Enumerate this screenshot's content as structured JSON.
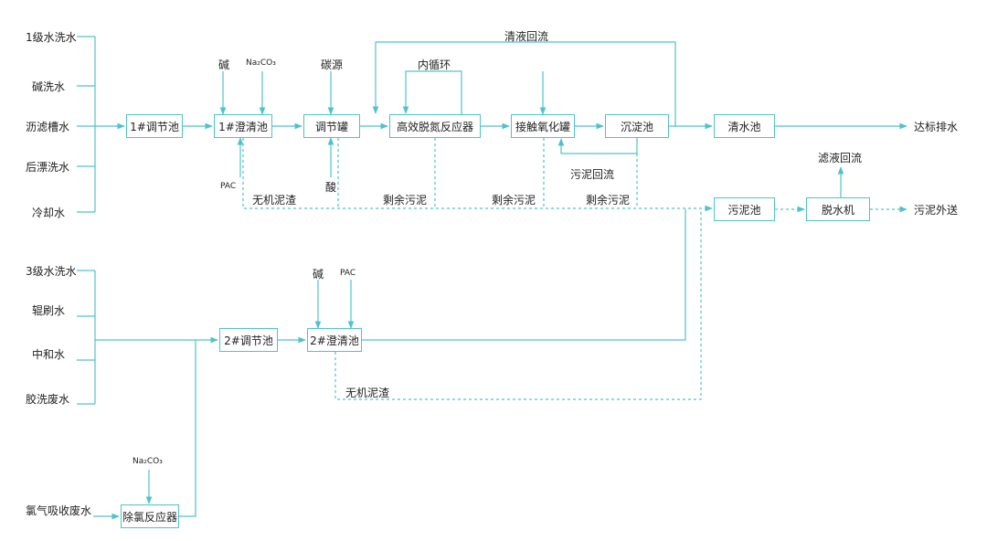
{
  "sources_top": [
    "1级水洗水",
    "碱洗水",
    "沥滤槽水",
    "后漂洗水",
    "冷却水"
  ],
  "sources_mid": [
    "3级水洗水",
    "辊刷水",
    "中和水",
    "胶洗废水"
  ],
  "source_bottom": "氯气吸收废水",
  "boxes": {
    "tank1": "1#调节池",
    "clarifier1": "1#澄清池",
    "adjust_tank": "调节罐",
    "denitrification": "高效脱氮反应器",
    "oxidation": "接触氧化罐",
    "sedimentation": "沉淀池",
    "clear_pool": "清水池",
    "sludge_pool": "污泥池",
    "dewatering": "脱水机",
    "tank2": "2#调节池",
    "clarifier2": "2#澄清池",
    "dechlorination": "除氯反应器"
  },
  "labels": {
    "alkali_1": "碱",
    "na2co3_1": "Na₂CO₃",
    "carbon_source": "碳源",
    "inner_cycle": "内循环",
    "clear_return": "清液回流",
    "pac_1": "PAC",
    "acid": "酸",
    "inorganic_sludge_1": "无机泥渣",
    "excess_sludge_1": "剩余污泥",
    "excess_sludge_2": "剩余污泥",
    "excess_sludge_3": "剩余污泥",
    "sludge_return": "污泥回流",
    "filtrate_return": "滤液回流",
    "discharge": "达标排水",
    "sludge_out": "污泥外送",
    "alkali_2": "碱",
    "pac_2": "PAC",
    "inorganic_sludge_2": "无机泥渣",
    "na2co3_2": "Na₂CO₃"
  },
  "colors": {
    "line": "#4fc3c9",
    "text": "#222222",
    "background": "#ffffff"
  }
}
